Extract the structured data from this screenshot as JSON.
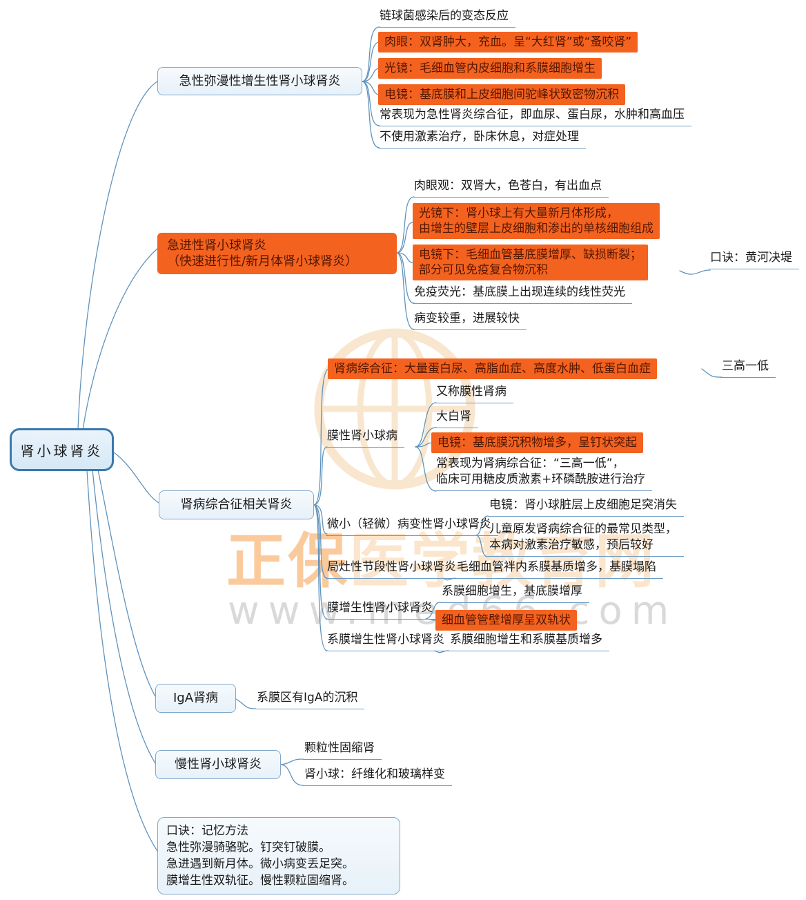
{
  "root": {
    "label": "肾小球肾炎"
  },
  "watermark": {
    "brand_left": "正保",
    "brand_right": "医学教育网",
    "url": "www.med66.com"
  },
  "acute": {
    "label": "急性弥漫性增生性肾小球肾炎",
    "cause": "链球菌感染后的变态反应",
    "gross": "肉眼：双肾肿大，充血。呈“大红肾”或“蚤咬肾”",
    "light": "光镜：毛细血管内皮细胞和系膜细胞增生",
    "electron": "电镜：基底膜和上皮细胞间驼峰状致密物沉积",
    "presentation": "常表现为急性肾炎综合征，即血尿、蛋白尿，水肿和高血压",
    "treatment": "不使用激素治疗，卧床休息，对症处理"
  },
  "rapid": {
    "label": "急进性肾小球肾炎\n（快速进行性/新月体肾小球肾炎）",
    "gross": "肉眼观：双肾大，色苍白，有出血点",
    "light": "光镜下：肾小球上有大量新月体形成，\n由增生的壁层上皮细胞和渗出的单核细胞组成",
    "electron": "电镜下：毛细血管基底膜增厚、缺损断裂；\n部分可见免疫复合物沉积",
    "mnemonic": "口诀：黄河决堤",
    "immunofluorescence": "免疫荧光：基底膜上出现连续的线性荧光",
    "course": "病变较重，进展较快"
  },
  "nephrotic": {
    "label": "肾病综合征相关肾炎",
    "definition": "肾病综合征：大量蛋白尿、高脂血症、高度水肿、低蛋白血症",
    "tag": "三高一低",
    "membranous": {
      "label": "膜性肾小球病",
      "alias": "又称膜性肾病",
      "gross": "大白肾",
      "electron": "电镜：基底膜沉积物增多，呈钉状突起",
      "presentation": "常表现为肾病综合征：“三高一低”，\n临床可用糖皮质激素+环磷酰胺进行治疗"
    },
    "minimal": {
      "label": "微小（轻微）病变性肾小球肾炎",
      "electron": "电镜：肾小球脏层上皮细胞足突消失",
      "note": "儿童原发肾病综合征的最常见类型，\n本病对激素治疗敏感，预后较好"
    },
    "focal": {
      "label": "局灶性节段性肾小球肾炎",
      "note": "毛细血管袢内系膜基质增多，基膜塌陷"
    },
    "membranoproliferative": {
      "label": "膜增生性肾小球肾炎",
      "light": "系膜细胞增生，基底膜增厚",
      "double_track": "细血管管壁增厚呈双轨状"
    },
    "mesangial": {
      "label": "系膜增生性肾小球肾炎",
      "note": "系膜细胞增生和系膜基质增多"
    }
  },
  "iga": {
    "label": "IgA肾病",
    "note": "系膜区有IgA的沉积"
  },
  "chronic": {
    "label": "慢性肾小球肾炎",
    "gross": "颗粒性固缩肾",
    "glomeruli": "肾小球：纤维化和玻璃样变"
  },
  "mnemonic_box": {
    "text": "口诀：记忆方法\n急性弥漫骑骆驼。钉突钉破膜。\n急进遇到新月体。微小病变丢足突。\n膜增生性双轨征。慢性颗粒固缩肾。"
  }
}
